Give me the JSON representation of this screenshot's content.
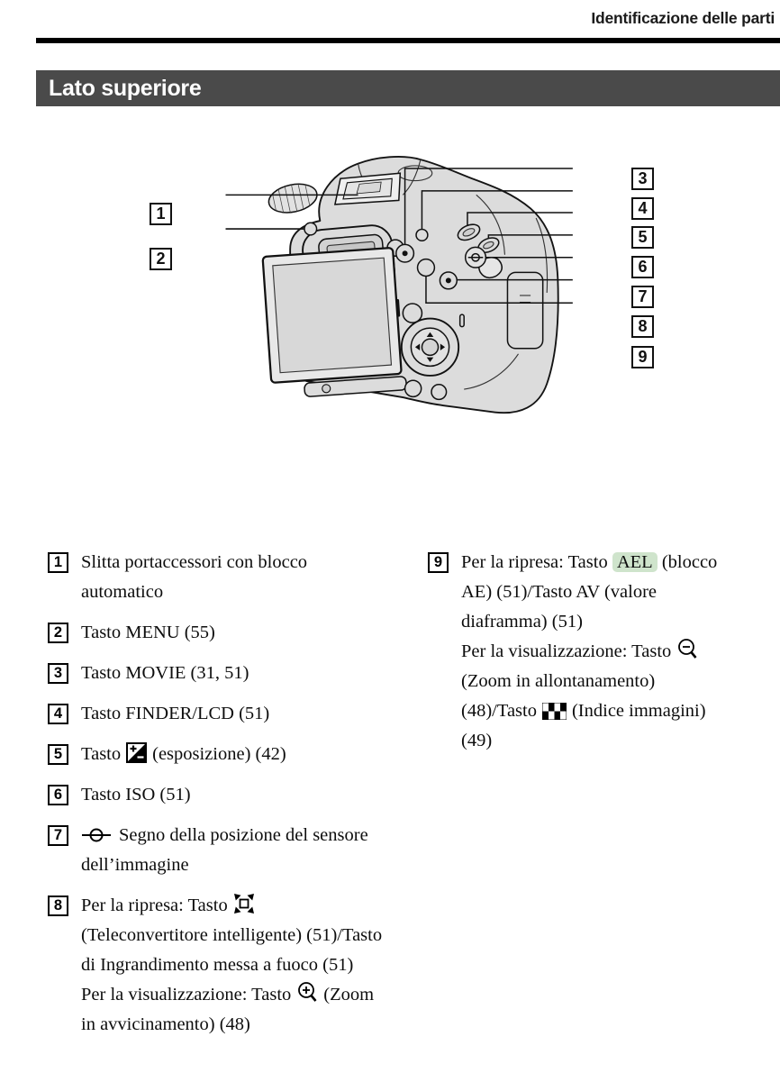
{
  "header": {
    "title": "Identificazione delle parti"
  },
  "section": {
    "title": "Lato superiore"
  },
  "colors": {
    "section_bar": "#4a4a4a",
    "ael_highlight": "#cfe4cc",
    "camera_fill": "#dcdcdc",
    "rule": "#000000"
  },
  "diagram": {
    "description": "camera-top-back-line-drawing",
    "callouts": [
      "1",
      "2",
      "3",
      "4",
      "5",
      "6",
      "7",
      "8",
      "9"
    ]
  },
  "icons": {
    "item5": "exposure-compensation-icon",
    "item7": "focal-plane-position-mark-icon",
    "item8_shoot": "smart-teleconverter-icon",
    "item8_view": "zoom-in-icon",
    "item9_view": "zoom-out-icon",
    "item9_index": "image-index-icon"
  },
  "legend": {
    "left": [
      {
        "num": "1",
        "text": "Slitta portaccessori con blocco automatico"
      },
      {
        "num": "2",
        "text": "Tasto MENU (55)"
      },
      {
        "num": "3",
        "text": "Tasto MOVIE (31, 51)"
      },
      {
        "num": "4",
        "text": "Tasto FINDER/LCD (51)"
      },
      {
        "num": "5",
        "pre": "Tasto",
        "post": "(esposizione) (42)"
      },
      {
        "num": "6",
        "text": "Tasto ISO (51)"
      },
      {
        "num": "7",
        "text": "Segno della posizione del sensore dell’immagine"
      },
      {
        "num": "8",
        "shoot_pre": "Per la ripresa: Tasto",
        "shoot_post": "(Teleconvertitore intelligente) (51)/Tasto di Ingrandimento messa a fuoco (51)",
        "view_pre": "Per la visualizzazione: Tasto",
        "view_post": "(Zoom in avvicinamento) (48)"
      }
    ],
    "right": [
      {
        "num": "9",
        "shoot_pre": "Per la ripresa: Tasto",
        "shoot_chip": "AEL",
        "shoot_post": "(blocco AE) (51)/Tasto AV (valore diaframma) (51)",
        "view_pre": "Per la visualizzazione: Tasto",
        "view_mid": "(Zoom in allontanamento) (48)/Tasto",
        "view_post": "(Indice immagini) (49)"
      }
    ]
  }
}
